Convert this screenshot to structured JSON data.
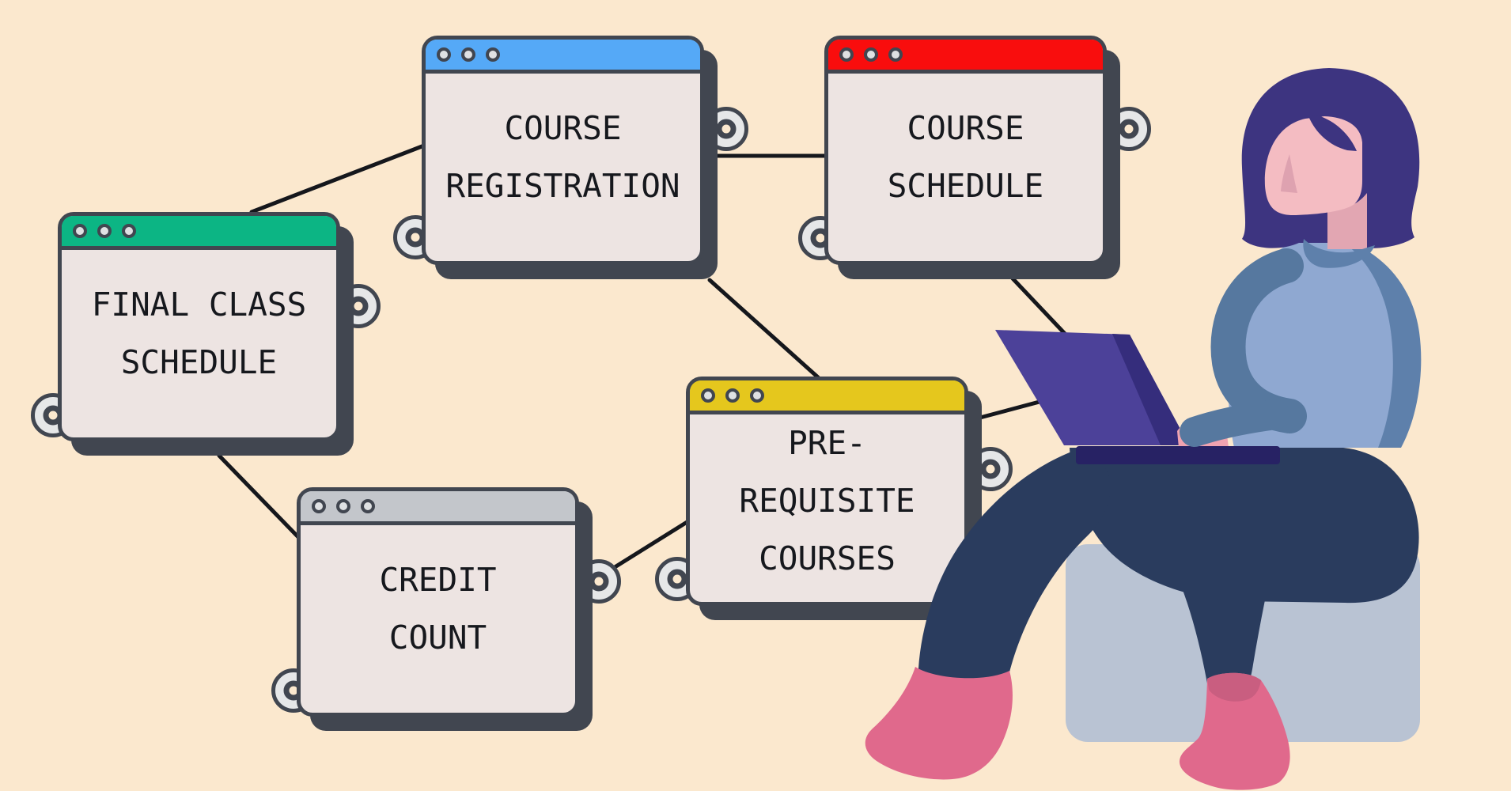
{
  "title": "Course planning windows diagram with person on laptop",
  "windows": [
    {
      "id": "course-registration",
      "title": "COURSE REGISTRATION",
      "lines": [
        "COURSE",
        "REGISTRATION"
      ],
      "bar_color": "#55A9F7"
    },
    {
      "id": "course-schedule",
      "title": "COURSE SCHEDULE",
      "lines": [
        "COURSE",
        "SCHEDULE"
      ],
      "bar_color": "#F90D0D"
    },
    {
      "id": "final-class-schedule",
      "title": "FINAL CLASS SCHEDULE",
      "lines": [
        "FINAL CLASS",
        "SCHEDULE"
      ],
      "bar_color": "#0CB584"
    },
    {
      "id": "credit-count",
      "title": "CREDIT COUNT",
      "lines": [
        "CREDIT",
        "COUNT"
      ],
      "bar_color": "#C3C6CB"
    },
    {
      "id": "pre-requisite-courses",
      "title": "PRE-REQUISITE COURSES",
      "lines": [
        "PRE-",
        "REQUISITE",
        "COURSES"
      ],
      "bar_color": "#E5C71D"
    }
  ],
  "connections": [
    {
      "from": "final-class-schedule",
      "to": "course-registration"
    },
    {
      "from": "course-registration",
      "to": "course-schedule"
    },
    {
      "from": "course-registration",
      "to": "pre-requisite-courses"
    },
    {
      "from": "final-class-schedule",
      "to": "credit-count"
    },
    {
      "from": "credit-count",
      "to": "pre-requisite-courses"
    },
    {
      "from": "course-schedule",
      "to": "laptop"
    },
    {
      "from": "pre-requisite-courses",
      "to": "laptop"
    }
  ],
  "window_controls": {
    "dots_per_window": 3,
    "dot_fill": "#DFE1E3"
  },
  "colors": {
    "background": "#FBE8CE",
    "outline": "#414650",
    "card_body": "#EDE4E2",
    "connection_line": "#15171C",
    "bar_blue": "#55A9F7",
    "bar_red": "#F90D0D",
    "bar_green": "#0CB584",
    "bar_gray": "#C3C6CB",
    "bar_yellow": "#E5C71D"
  },
  "illustration": {
    "elements": [
      "person-sitting",
      "laptop",
      "stool"
    ],
    "palette": {
      "hair": "#3D3480",
      "skin": "#F4BCC2",
      "skin_shadow": "#DEA2B0",
      "shirt_front": "#8FA8D1",
      "shirt_back": "#5E80AB",
      "pants": "#2A3C5E",
      "shoes": "#E0698C",
      "laptop_screen": "#4C4199",
      "laptop_edge": "#352D7C",
      "laptop_base": "#272264",
      "stool": "#B9C3D3"
    }
  }
}
